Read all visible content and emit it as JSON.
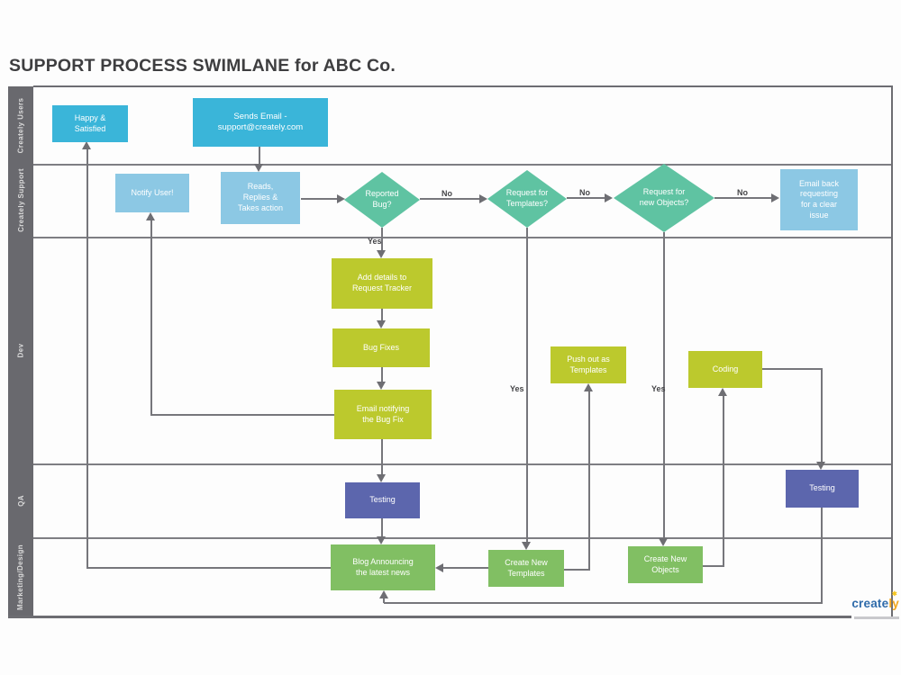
{
  "title": "SUPPORT PROCESS SWIMLANE for ABC Co.",
  "lanes": [
    {
      "label": "Creately Users"
    },
    {
      "label": "Creately Support"
    },
    {
      "label": "Dev"
    },
    {
      "label": "QA"
    },
    {
      "label": "Marketing/Design"
    }
  ],
  "nodes": {
    "happy_satisfied": {
      "label": "Happy &\nSatisfied",
      "type": "process",
      "color": "#3ab5d9"
    },
    "sends_email": {
      "label": "Sends Email -\nsupport@creately.com",
      "type": "process",
      "color": "#3ab5d9"
    },
    "notify_user": {
      "label": "Notify User!",
      "type": "process",
      "color": "#8cc8e4"
    },
    "reads_replies": {
      "label": "Reads,\nReplies &\nTakes action",
      "type": "process",
      "color": "#8cc8e4"
    },
    "reported_bug": {
      "label": "Reported\nBug?",
      "type": "decision",
      "color": "#5fc3a2"
    },
    "request_templates": {
      "label": "Request for\nTemplates?",
      "type": "decision",
      "color": "#5fc3a2"
    },
    "request_objects": {
      "label": "Request for\nnew Objects?",
      "type": "decision",
      "color": "#5fc3a2"
    },
    "email_back": {
      "label": "Email back\nrequesting\nfor a clear\nissue",
      "type": "process",
      "color": "#8cc8e4"
    },
    "add_details": {
      "label": "Add details to\nRequest Tracker",
      "type": "process",
      "color": "#bcc92d"
    },
    "bug_fixes": {
      "label": "Bug Fixes",
      "type": "process",
      "color": "#bcc92d"
    },
    "email_notifying": {
      "label": "Email notifying\nthe Bug Fix",
      "type": "process",
      "color": "#bcc92d"
    },
    "push_out": {
      "label": "Push out as\nTemplates",
      "type": "process",
      "color": "#bcc92d"
    },
    "coding": {
      "label": "Coding",
      "type": "process",
      "color": "#bcc92d"
    },
    "testing_dev": {
      "label": "Testing",
      "type": "process",
      "color": "#5c66ad"
    },
    "testing_qa": {
      "label": "Testing",
      "type": "process",
      "color": "#5c66ad"
    },
    "blog": {
      "label": "Blog Announcing\nthe latest news",
      "type": "process",
      "color": "#81bf63"
    },
    "create_templates": {
      "label": "Create New\nTemplates",
      "type": "process",
      "color": "#81bf63"
    },
    "create_objects": {
      "label": "Create New\nObjects",
      "type": "process",
      "color": "#81bf63"
    }
  },
  "edge_labels": {
    "no_bug": "No",
    "no_templates": "No",
    "no_objects": "No",
    "yes_bug": "Yes",
    "yes_templates": "Yes",
    "yes_objects": "Yes"
  },
  "edges": [
    {
      "from": "sends_email",
      "to": "reads_replies",
      "label": ""
    },
    {
      "from": "reads_replies",
      "to": "reported_bug",
      "label": ""
    },
    {
      "from": "reported_bug",
      "to": "request_templates",
      "label": "No"
    },
    {
      "from": "request_templates",
      "to": "request_objects",
      "label": "No"
    },
    {
      "from": "request_objects",
      "to": "email_back",
      "label": "No"
    },
    {
      "from": "reported_bug",
      "to": "add_details",
      "label": "Yes"
    },
    {
      "from": "add_details",
      "to": "bug_fixes",
      "label": ""
    },
    {
      "from": "bug_fixes",
      "to": "email_notifying",
      "label": ""
    },
    {
      "from": "email_notifying",
      "to": "notify_user",
      "label": ""
    },
    {
      "from": "email_notifying",
      "to": "testing_dev",
      "label": ""
    },
    {
      "from": "testing_dev",
      "to": "blog",
      "label": ""
    },
    {
      "from": "request_templates",
      "to": "create_templates",
      "label": "Yes"
    },
    {
      "from": "create_templates",
      "to": "blog",
      "label": ""
    },
    {
      "from": "create_templates",
      "to": "push_out",
      "label": ""
    },
    {
      "from": "request_objects",
      "to": "create_objects",
      "label": "Yes"
    },
    {
      "from": "create_objects",
      "to": "coding",
      "label": ""
    },
    {
      "from": "coding",
      "to": "testing_qa",
      "label": ""
    },
    {
      "from": "testing_qa",
      "to": "blog",
      "label": ""
    },
    {
      "from": "blog",
      "to": "happy_satisfied",
      "label": ""
    }
  ],
  "logo": {
    "text_primary": "create",
    "text_accent": "ly"
  },
  "colors": {
    "user_box": "#3ab5d9",
    "support_box": "#8cc8e4",
    "decision_diamond": "#5fc3a2",
    "dev_box": "#bcc92d",
    "qa_box": "#5c66ad",
    "marketing_box": "#81bf63",
    "lane_strip": "#69696e",
    "connector": "#6e6e73",
    "logo_blue": "#2f6baa",
    "logo_orange": "#f2a71e"
  }
}
